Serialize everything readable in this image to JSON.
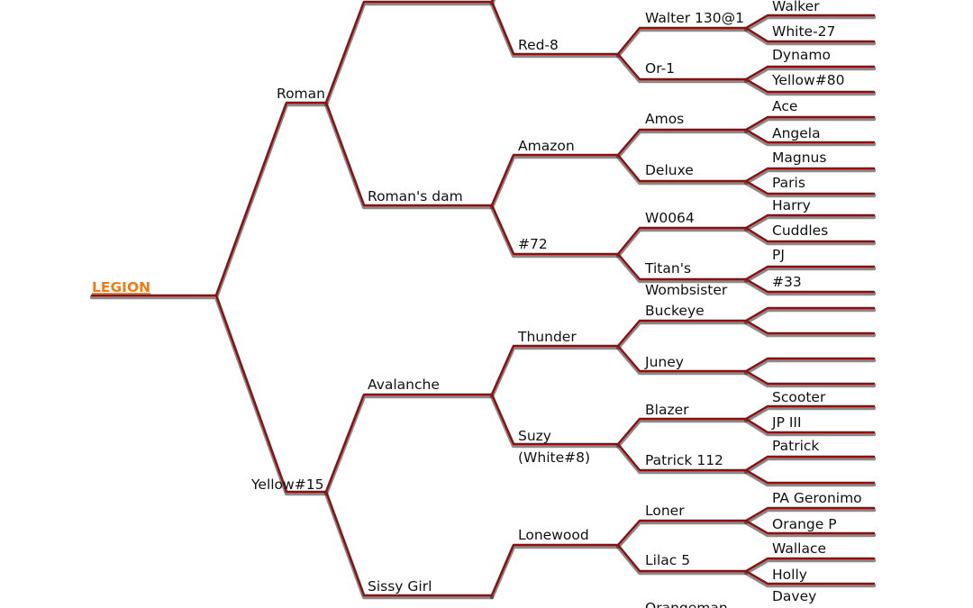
{
  "subject": {
    "name": "LEGION",
    "color": "#f07b12"
  },
  "colors": {
    "line": "#8e0f0f",
    "shadow": "#2a2a2a",
    "text": "#111111"
  },
  "sire": {
    "name": "Roman",
    "sire": {
      "name": "",
      "sire": {
        "name": "",
        "sire": {
          "name": "",
          "sire": "",
          "dam": ""
        },
        "dam": {
          "name": "",
          "sire": "",
          "dam": ""
        }
      },
      "dam": {
        "name": "Red-8",
        "sire": {
          "name": "Walter 130@1",
          "sire": "Walker",
          "dam": "White-27"
        },
        "dam": {
          "name": "Or-1",
          "sire": "Dynamo",
          "dam": "Yellow#80"
        }
      }
    },
    "dam": {
      "name": "Roman's dam",
      "sire": {
        "name": "Amazon",
        "sire": {
          "name": "Amos",
          "sire": "Ace",
          "dam": "Angela"
        },
        "dam": {
          "name": "Deluxe",
          "sire": "Magnus",
          "dam": "Paris"
        }
      },
      "dam": {
        "name": "#72",
        "sire": {
          "name": "W0064",
          "sire": "Harry",
          "dam": "Cuddles"
        },
        "dam": {
          "name_line1": "Titan's",
          "name_line2": "Wombsister",
          "sire": "PJ",
          "dam": "#33"
        }
      }
    }
  },
  "dam": {
    "name": "Yellow#15",
    "sire": {
      "name": "Avalanche",
      "sire": {
        "name": "Thunder",
        "sire": {
          "name": "Buckeye",
          "sire": "",
          "dam": ""
        },
        "dam": {
          "name": "Juney",
          "sire": "",
          "dam": ""
        }
      },
      "dam": {
        "name_line1": "Suzy",
        "name_line2": "(White#8)",
        "sire": {
          "name": "Blazer",
          "sire": "Scooter",
          "dam": "JP III"
        },
        "dam": {
          "name": "Patrick 112",
          "sire": "Patrick",
          "dam": ""
        }
      }
    },
    "dam": {
      "name": "Sissy Girl",
      "sire": {
        "name": "Lonewood",
        "sire": {
          "name": "Loner",
          "sire": "PA Geronimo",
          "dam": "Orange P"
        },
        "dam": {
          "name": "Lilac 5",
          "sire": "Wallace",
          "dam": "Holly"
        }
      },
      "dam": {
        "name": "",
        "sire": {
          "name": "Orangeman",
          "sire": "Davey",
          "dam": ""
        },
        "dam": {
          "name": "",
          "sire": "",
          "dam": ""
        }
      }
    }
  }
}
